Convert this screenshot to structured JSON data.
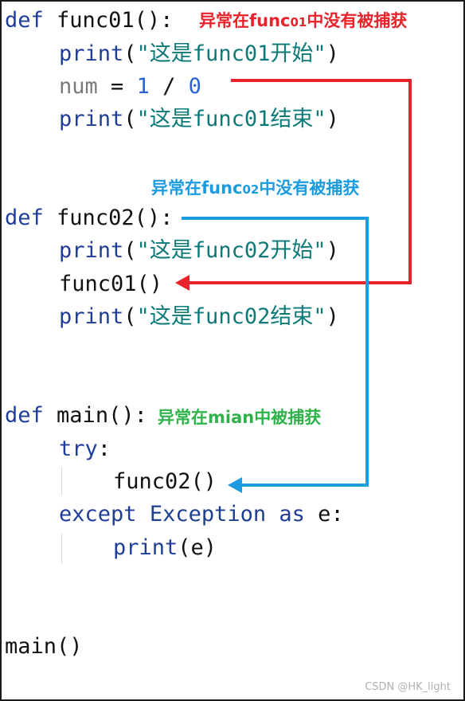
{
  "code": {
    "def_kw": "def",
    "func01_sig": "func01():",
    "func02_sig": "func02():",
    "main_sig": "main():",
    "print_kw": "print",
    "str_func01_start": "\"这是func01开始\"",
    "str_func01_end": "\"这是func01结束\"",
    "str_func02_start": "\"这是func02开始\"",
    "str_func02_end": "\"这是func02结束\"",
    "var_num": "num",
    "op_eq": "=",
    "num_one": "1",
    "op_div": "/",
    "num_zero": "0",
    "call_func01": "func01()",
    "call_func02": "func02()",
    "try_kw": "try",
    "except_kw": "except",
    "exception_cls": "Exception",
    "as_kw": "as",
    "var_e": "e",
    "print_e_arg": "(e)",
    "main_call": "main()"
  },
  "annotations": {
    "func01": {
      "prefix": "异常在func",
      "digits": "01",
      "suffix": "中没有被捕获"
    },
    "func02": {
      "prefix": "异常在func",
      "digits": "02",
      "suffix": "中没有被捕获"
    },
    "main": {
      "text": "异常在mian中被捕获"
    }
  },
  "watermark": "CSDN @HK_light",
  "colors": {
    "keyword": "#1f3d99",
    "string": "#0b7a78",
    "number": "#2b62d6",
    "red_arrow": "#e8232b",
    "blue_arrow": "#1b9be0",
    "green_note": "#2fb24a"
  }
}
